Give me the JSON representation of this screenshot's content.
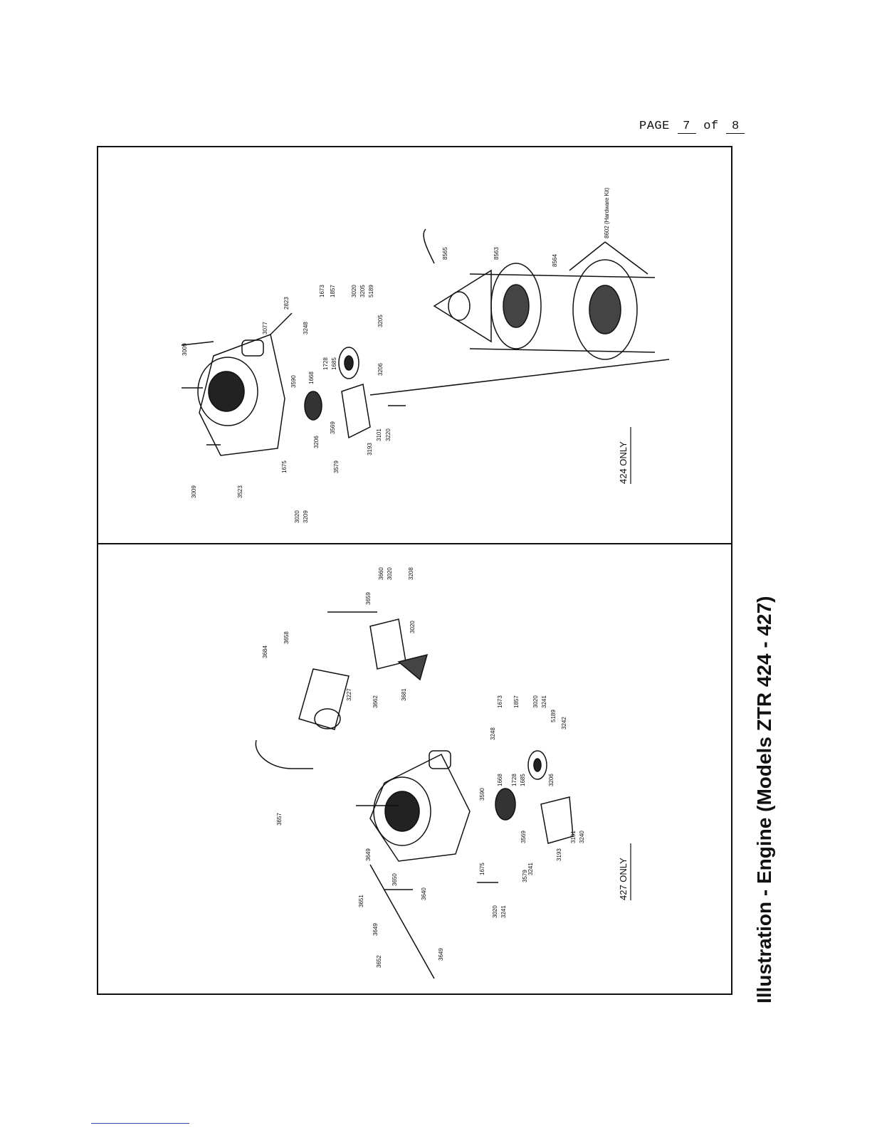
{
  "header": {
    "page_prefix": "PAGE",
    "page_current": "7",
    "page_sep": "of",
    "page_total": "8"
  },
  "panels": {
    "top": {
      "note": "424 ONLY",
      "parts": [
        "3009",
        "3077",
        "2823",
        "1673",
        "1857",
        "3020",
        "3205",
        "5189",
        "3205",
        "3248",
        "3590",
        "1668",
        "1728",
        "1685",
        "3206",
        "3569",
        "3579",
        "3193",
        "3101",
        "3220",
        "1675",
        "3206",
        "3020",
        "3209",
        "3523",
        "3009",
        "8565",
        "8563",
        "8564",
        "8602 (Hardware Kit)"
      ]
    },
    "bottom": {
      "note": "427 ONLY",
      "parts": [
        "3684",
        "3658",
        "3659",
        "3660",
        "3020",
        "3208",
        "3020",
        "3227",
        "3662",
        "3681",
        "3657",
        "1673",
        "1857",
        "3020",
        "3241",
        "5189",
        "3242",
        "3248",
        "3590",
        "1668",
        "1728",
        "1685",
        "3206",
        "3569",
        "3579",
        "3193",
        "3101",
        "3240",
        "1675",
        "3241",
        "3020",
        "3241",
        "3640",
        "3649",
        "3650",
        "3651",
        "3649",
        "3652",
        "3649"
      ]
    }
  },
  "footer": {
    "title": "Illustration - Engine (Models ZTR 424 - 427)"
  }
}
